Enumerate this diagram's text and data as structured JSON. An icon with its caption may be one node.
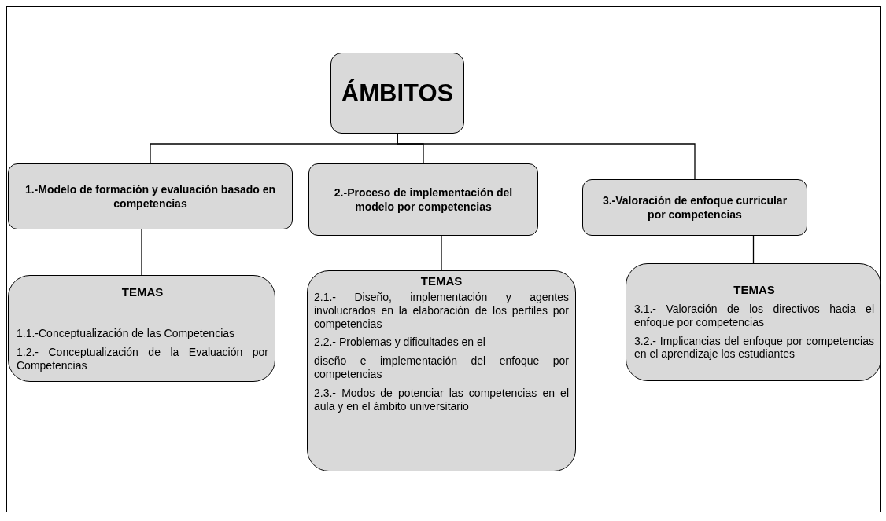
{
  "diagram": {
    "nodes": [
      {
        "text": [
          "ÁMBITOS"
        ]
      },
      {
        "text": [
          "1.-Modelo de formación y evaluación basado en competencias"
        ]
      },
      {
        "text": [
          "2.-Proceso de implementación del modelo por competencias"
        ]
      },
      {
        "text": [
          "3.-Valoración de enfoque curricular por competencias"
        ]
      },
      {
        "text": [
          "TEMAS",
          "1.1.-Conceptualización de las Competencias",
          "1.2.- Conceptualización de la Evaluación por Competencias"
        ]
      },
      {
        "text": [
          "TEMAS",
          "2.1.- Diseño, implementación y agentes involucrados en la elaboración de los perfiles por competencias",
          "2.2.- Problemas y dificultades en el",
          "diseño e implementación del enfoque por competencias",
          "2.3.- Modos de potenciar las competencias en el aula y en el ámbito universitario"
        ]
      },
      {
        "text": [
          "TEMAS",
          "3.1.- Valoración de los directivos hacia el enfoque por competencias",
          "3.2.- Implicancias del enfoque por competencias en el aprendizaje los estudiantes"
        ]
      }
    ],
    "edges": [
      {
        "from": 0,
        "to": 1,
        "arrow": "none"
      },
      {
        "from": 0,
        "to": 2,
        "arrow": "none"
      },
      {
        "from": 0,
        "to": 3,
        "arrow": "none"
      },
      {
        "from": 1,
        "to": 4,
        "arrow": "none"
      },
      {
        "from": 2,
        "to": 5,
        "arrow": "none"
      },
      {
        "from": 3,
        "to": 6,
        "arrow": "none"
      }
    ]
  }
}
